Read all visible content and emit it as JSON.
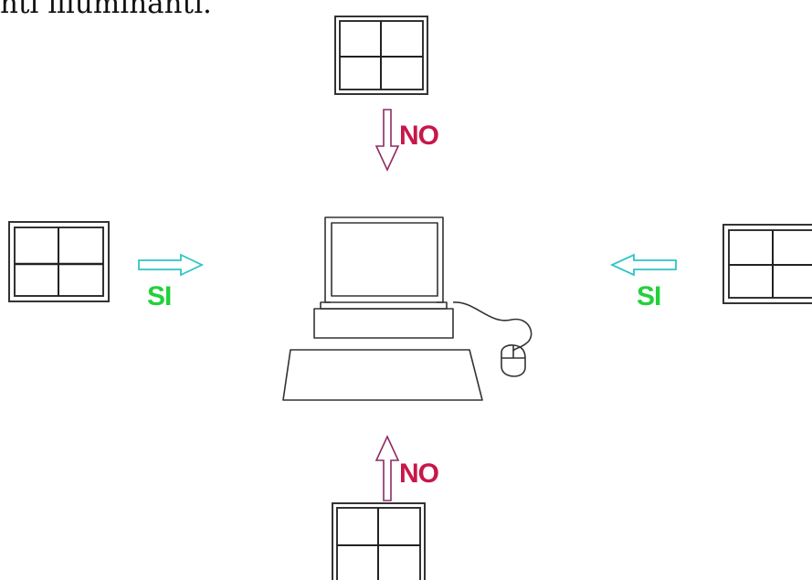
{
  "caption": "nti illuminanti.",
  "labels": {
    "top": "NO",
    "bottom": "NO",
    "left": "SI",
    "right": "SI"
  },
  "colors": {
    "no": "#c8174a",
    "si": "#22d13a",
    "no_arrow": "#8e2a63",
    "si_arrow": "#2fc4c8",
    "line": "#333333"
  },
  "icons": {
    "window": "window-icon",
    "computer": "computer-workstation-icon",
    "arrow": "arrow-icon"
  }
}
